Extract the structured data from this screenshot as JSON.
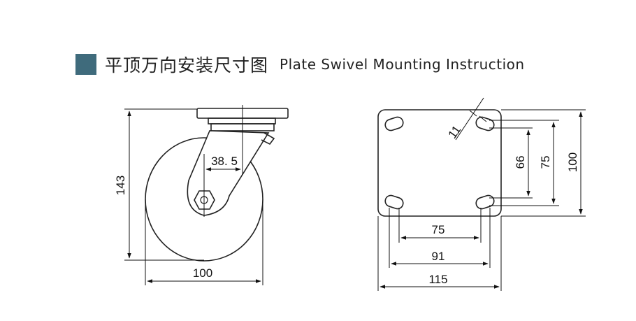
{
  "header": {
    "title_cn": "平顶万向安装尺寸图",
    "title_en": "Plate Swivel Mounting Instruction",
    "accent_color": "#3f6b7c"
  },
  "left_view": {
    "dim_height": "143",
    "dim_width": "100",
    "dim_offset": "38. 5"
  },
  "right_view": {
    "dim_hole": "11",
    "dim_bottom_inner": "75",
    "dim_bottom_mid": "91",
    "dim_bottom_outer": "115",
    "dim_right_inner": "66",
    "dim_right_mid": "75",
    "dim_right_outer": "100"
  }
}
